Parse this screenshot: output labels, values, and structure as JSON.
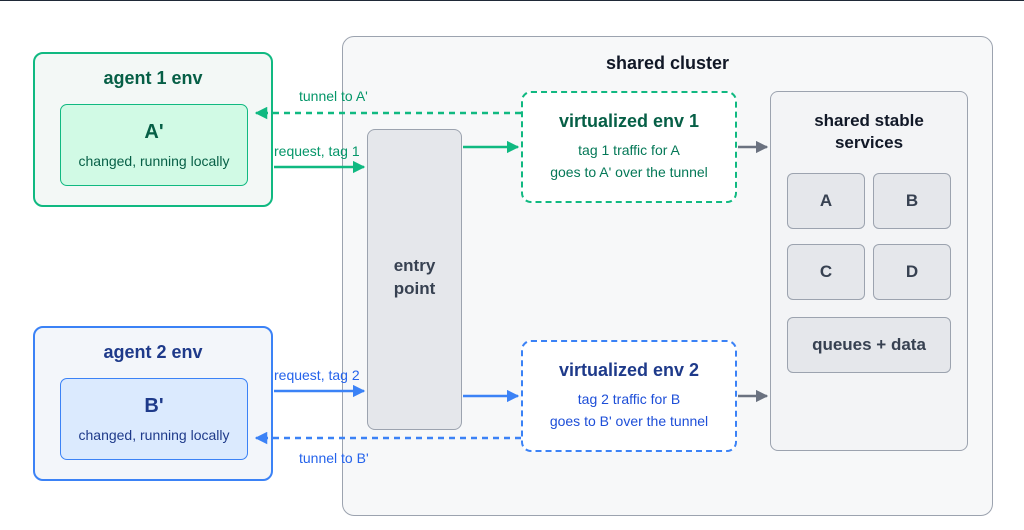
{
  "cluster": {
    "title": "shared cluster"
  },
  "agents": [
    {
      "title": "agent 1 env",
      "service": "A'",
      "status": "changed, running locally"
    },
    {
      "title": "agent 2 env",
      "service": "B'",
      "status": "changed, running locally"
    }
  ],
  "entry_point": {
    "line1": "entry",
    "line2": "point"
  },
  "virtual_envs": [
    {
      "title": "virtualized env 1",
      "line1": "tag 1 traffic for A",
      "line2": "goes to A' over the tunnel"
    },
    {
      "title": "virtualized env 2",
      "line1": "tag 2 traffic for B",
      "line2": "goes to B' over the tunnel"
    }
  ],
  "shared_services": {
    "title_line1": "shared stable",
    "title_line2": "services",
    "items": [
      "A",
      "B",
      "C",
      "D"
    ],
    "queues": "queues + data"
  },
  "edge_labels": {
    "tunnel_a": "tunnel to A'",
    "request_1": "request, tag 1",
    "request_2": "request, tag 2",
    "tunnel_b": "tunnel to B'"
  },
  "colors": {
    "green": "#10b981",
    "blue": "#3b82f6",
    "gray": "#6b7280"
  }
}
